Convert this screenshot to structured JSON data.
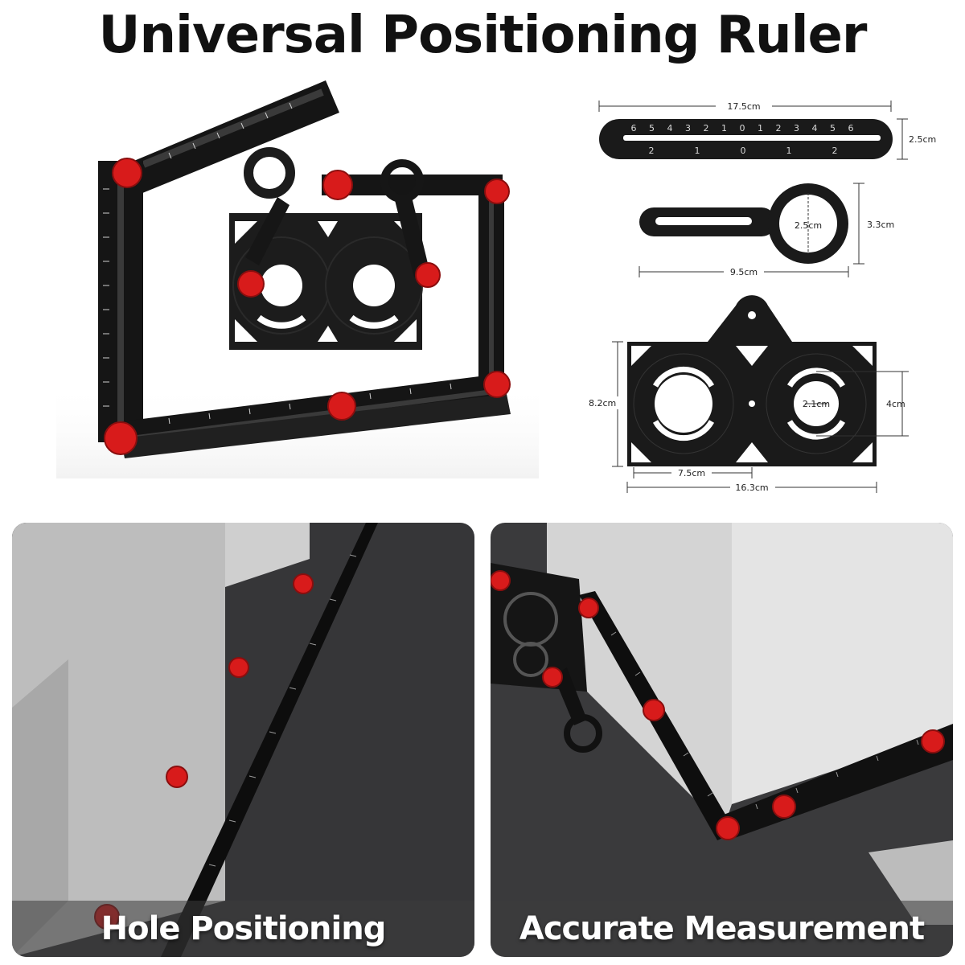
{
  "title": "Universal Positioning Ruler",
  "colors": {
    "accent": "#d81b1b",
    "metal": "#151515",
    "background": "#ffffff"
  },
  "dimensions": {
    "ruler_length": "17.5cm",
    "ruler_width": "2.5cm",
    "ruler_scale_top": [
      "6",
      "5",
      "4",
      "3",
      "2",
      "1",
      "0",
      "1",
      "2",
      "3",
      "4",
      "5",
      "6"
    ],
    "ruler_scale_bottom": [
      "2",
      "1",
      "0",
      "1",
      "2"
    ],
    "wrench_inner": "2.5cm",
    "wrench_outer": "3.3cm",
    "wrench_length": "9.5cm",
    "plate_height": "8.2cm",
    "plate_hole": "2.1cm",
    "plate_hole_outer": "4cm",
    "plate_spacing": "7.5cm",
    "plate_width": "16.3cm"
  },
  "panels": {
    "left_caption": "Hole Positioning",
    "right_caption": "Accurate Measurement"
  }
}
